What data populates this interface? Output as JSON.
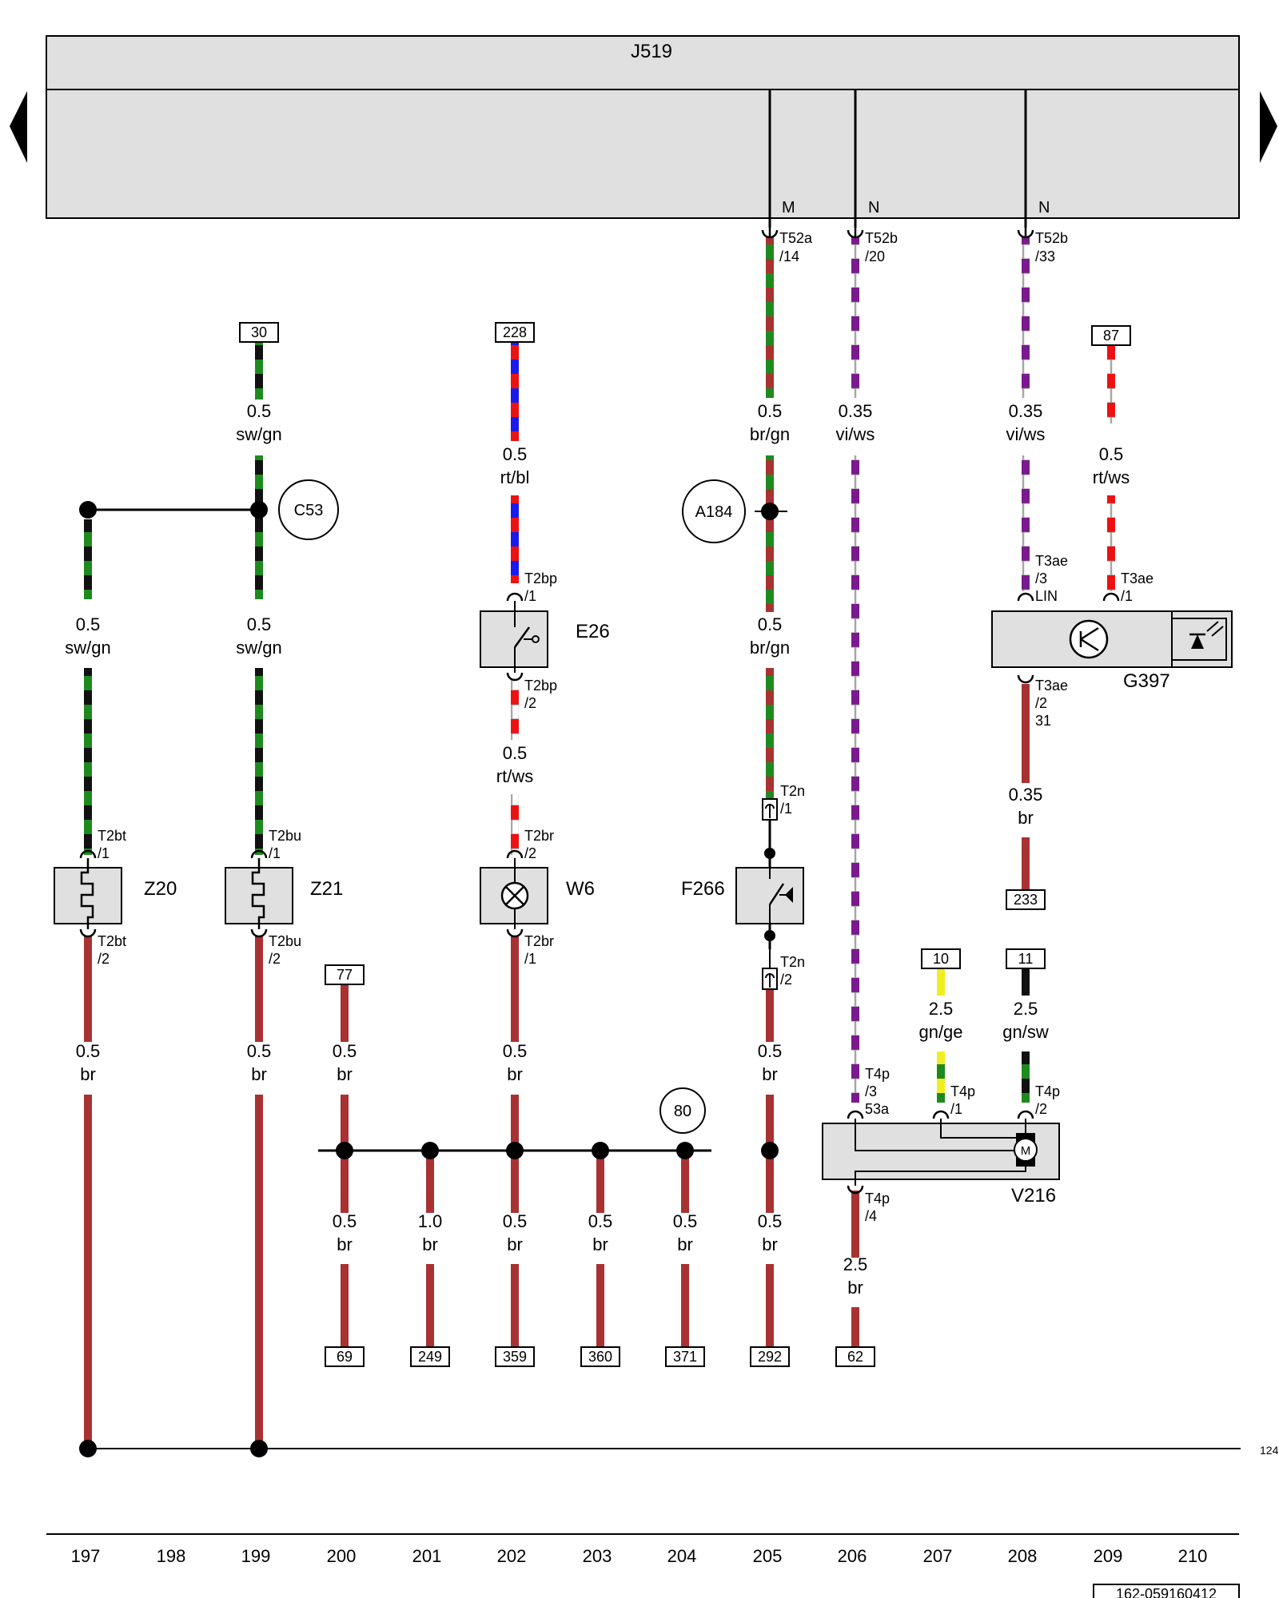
{
  "module": {
    "name": "J519",
    "pins": [
      "M",
      "N",
      "N"
    ]
  },
  "nav": {
    "left": "previous-page",
    "right": "next-page"
  },
  "connectors": {
    "t52a_14": [
      "T52a",
      "/14"
    ],
    "t52b_20": [
      "T52b",
      "/20"
    ],
    "t52b_33": [
      "T52b",
      "/33"
    ],
    "t3ae_3": [
      "T3ae",
      "/3",
      "LIN"
    ],
    "t3ae_1": [
      "T3ae",
      "/1"
    ],
    "t3ae_2": [
      "T3ae",
      "/2",
      "31"
    ],
    "t2bp_1": [
      "T2bp",
      "/1"
    ],
    "t2bp_2": [
      "T2bp",
      "/2"
    ],
    "t2br_2": [
      "T2br",
      "/2"
    ],
    "t2br_1": [
      "T2br",
      "/1"
    ],
    "t2bt_1": [
      "T2bt",
      "/1"
    ],
    "t2bt_2": [
      "T2bt",
      "/2"
    ],
    "t2bu_1": [
      "T2bu",
      "/1"
    ],
    "t2bu_2": [
      "T2bu",
      "/2"
    ],
    "t2n_1": [
      "T2n",
      "/1"
    ],
    "t2n_2": [
      "T2n",
      "/2"
    ],
    "t4p_3": [
      "T4p",
      "/3",
      "53a"
    ],
    "t4p_1": [
      "T4p",
      "/1"
    ],
    "t4p_2": [
      "T4p",
      "/2"
    ],
    "t4p_4": [
      "T4p",
      "/4"
    ]
  },
  "components": {
    "e26": "E26",
    "z20": "Z20",
    "z21": "Z21",
    "w6": "W6",
    "f266": "F266",
    "g397": "G397",
    "v216": "V216",
    "motor": "M"
  },
  "markers": {
    "c53": "C53",
    "a184": "A184",
    "n80": "80"
  },
  "terminals": {
    "t30": "30",
    "t228": "228",
    "t87": "87",
    "t77": "77",
    "t10": "10",
    "t11": "11",
    "t233": "233",
    "t69": "69",
    "t249": "249",
    "t359": "359",
    "t360": "360",
    "t371": "371",
    "t292": "292",
    "t62": "62"
  },
  "wires": {
    "w1": [
      "0.5",
      "sw/gn"
    ],
    "w2": [
      "0.5",
      "sw/gn"
    ],
    "w3": [
      "0.5",
      "sw/gn"
    ],
    "w4": [
      "0.5",
      "rt/bl"
    ],
    "w5": [
      "0.5",
      "rt/ws"
    ],
    "w6": [
      "0.5",
      "br/gn"
    ],
    "w7": [
      "0.5",
      "br/gn"
    ],
    "w8": [
      "0.35",
      "vi/ws"
    ],
    "w9": [
      "0.35",
      "vi/ws"
    ],
    "w10": [
      "0.5",
      "rt/ws"
    ],
    "w11": [
      "0.35",
      "br"
    ],
    "w12": [
      "2.5",
      "gn/ge"
    ],
    "w13": [
      "2.5",
      "gn/sw"
    ],
    "w14": [
      "0.5",
      "br"
    ],
    "w15": [
      "0.5",
      "br"
    ],
    "w16": [
      "0.5",
      "br"
    ],
    "w17": [
      "0.5",
      "br"
    ],
    "w18": [
      "0.5",
      "br"
    ],
    "w19": [
      "0.5",
      "br"
    ],
    "w20": [
      "1.0",
      "br"
    ],
    "w21": [
      "0.5",
      "br"
    ],
    "w22": [
      "0.5",
      "br"
    ],
    "w23": [
      "0.5",
      "br"
    ],
    "w24": [
      "0.5",
      "br"
    ],
    "w25": [
      "2.5",
      "br"
    ]
  },
  "ground_ref": "124",
  "columns": [
    "197",
    "198",
    "199",
    "200",
    "201",
    "202",
    "203",
    "204",
    "205",
    "206",
    "207",
    "208",
    "209",
    "210"
  ],
  "doc_id": "162-059160412",
  "colors": {
    "module_fill": "#e0e0e0",
    "component_fill": "#e0e0e0",
    "br": "#a83232",
    "sw": "#111111",
    "gn": "#1e8a1e",
    "rt": "#ee1111",
    "bl": "#1a1aee",
    "ws": "#ffffff",
    "vi": "#7a1a8e",
    "ge": "#f0ee20"
  }
}
